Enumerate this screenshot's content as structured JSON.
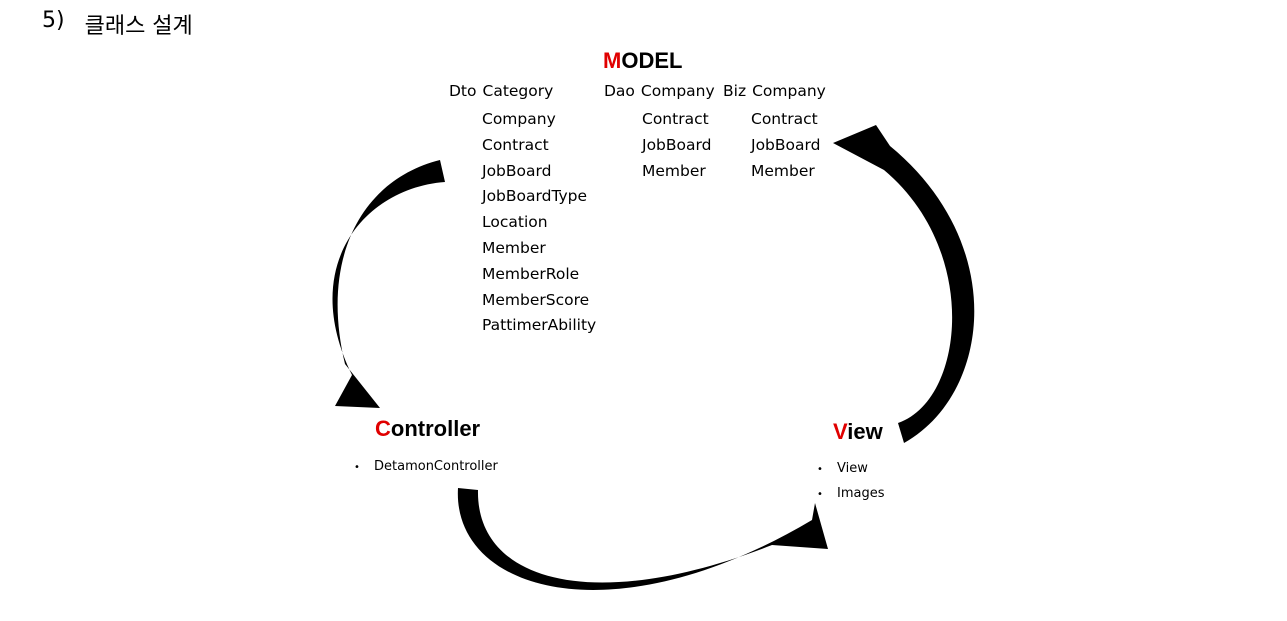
{
  "heading": {
    "number": "5)",
    "title": "클래스 설계"
  },
  "model": {
    "title_cap": "M",
    "title_rest": "ODEL",
    "dto": {
      "label": "Dto",
      "items": [
        "Category",
        "Company",
        "Contract",
        "JobBoard",
        "JobBoardType",
        "Location",
        "Member",
        "MemberRole",
        "MemberScore",
        "PattimerAbility"
      ]
    },
    "dao": {
      "label": "Dao",
      "items": [
        "Company",
        "Contract",
        "JobBoard",
        "Member"
      ]
    },
    "biz": {
      "label": "Biz",
      "items": [
        "Company",
        "Contract",
        "JobBoard",
        "Member"
      ]
    }
  },
  "controller": {
    "title_cap": "C",
    "title_rest": "ontroller",
    "items": [
      "DetamonController"
    ]
  },
  "view": {
    "title_cap": "V",
    "title_rest": "iew",
    "items": [
      "View",
      "Images"
    ]
  },
  "colors": {
    "accent": "#e00000",
    "arrow": "#000000"
  }
}
